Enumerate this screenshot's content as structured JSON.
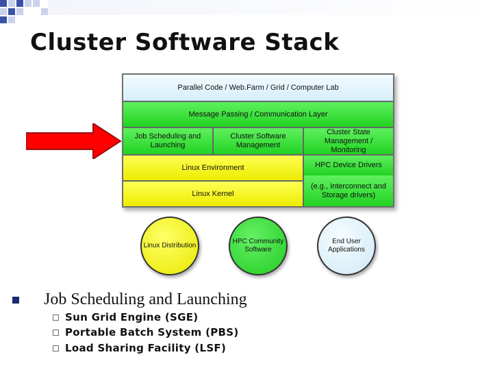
{
  "slide": {
    "title": "Cluster Software Stack"
  },
  "diagram": {
    "top_layer": "Parallel Code / Web.Farm / Grid / Computer Lab",
    "middleware": "Message Passing / Communication Layer",
    "job_scheduling": "Job Scheduling and Launching",
    "cluster_mgmt": "Cluster Software Management",
    "cluster_state": "Cluster State Management / Monitoring",
    "linux_env": "Linux Environment",
    "linux_kernel": "Linux Kernel",
    "hpc_drivers": "HPC Device Drivers",
    "drivers_detail": "(e.g., Interconnect and Storage drivers)",
    "circle_linux": "Linux Distribution",
    "circle_hpc": "HPC Community Software",
    "circle_user": "End User Applications"
  },
  "colors": {
    "blue_layer": "#d6eef9",
    "green_layer": "#22d322",
    "yellow_layer": "#ecec00",
    "arrow": "#ff0000"
  },
  "bullets": {
    "main": "Job Scheduling and Launching",
    "items": [
      "Sun Grid Engine (SGE)",
      "Portable Batch System (PBS)",
      "Load Sharing Facility (LSF)"
    ]
  }
}
